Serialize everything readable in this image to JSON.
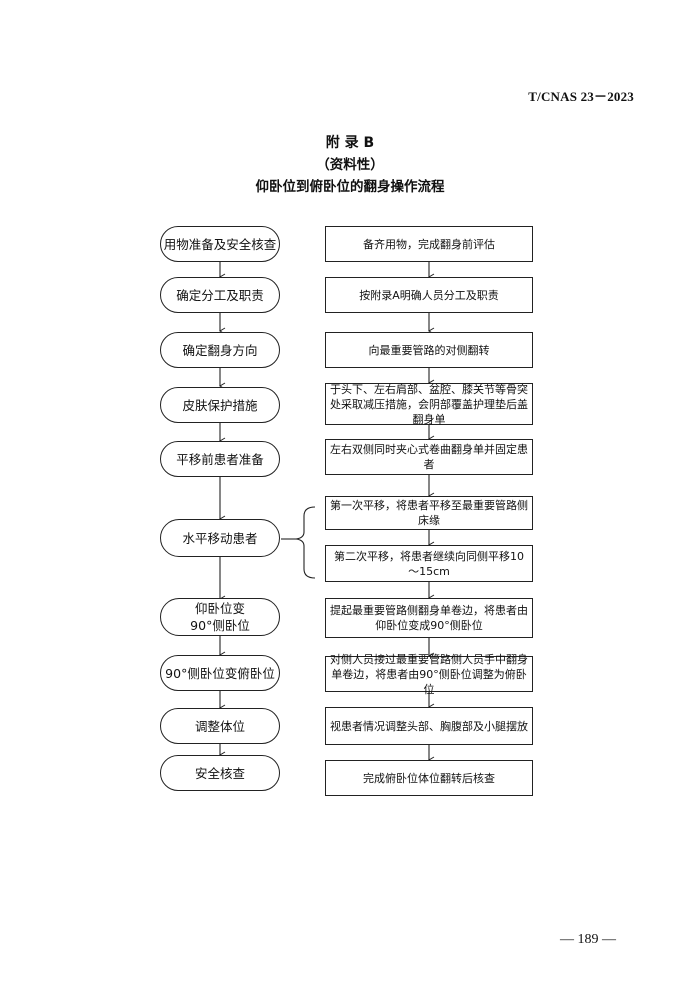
{
  "header": {
    "code": "T/CNAS 23－2023"
  },
  "title": {
    "appendix": "附 录 B",
    "nature": "（资料性）",
    "name": "仰卧位到俯卧位的翻身操作流程"
  },
  "flow": {
    "left_steps": [
      "用物准备及安全核查",
      "确定分工及职责",
      "确定翻身方向",
      "皮肤保护措施",
      "平移前患者准备",
      "水平移动患者",
      "仰卧位变\n90°侧卧位",
      "90°侧卧位变俯卧位",
      "调整体位",
      "安全核查"
    ],
    "right_steps": [
      "备齐用物，完成翻身前评估",
      "按附录A明确人员分工及职责",
      "向最重要管路的对侧翻转",
      "于头下、左右肩部、盆腔、膝关节等骨突处采取减压措施，会阴部覆盖护理垫后盖翻身单",
      "左右双侧同时夹心式卷曲翻身单并固定患者",
      "第一次平移，将患者平移至最重要管路侧床缘",
      "第二次平移，将患者继续向同侧平移10～15cm",
      "提起最重要管路侧翻身单卷边，将患者由仰卧位变成90°侧卧位",
      "对侧人员接过最重要管路侧人员手中翻身单卷边，将患者由90°侧卧位调整为俯卧位",
      "视患者情况调整头部、胸腹部及小腿摆放",
      "完成俯卧位体位翻转后核查"
    ]
  },
  "footer": {
    "page": "— 189 —"
  }
}
